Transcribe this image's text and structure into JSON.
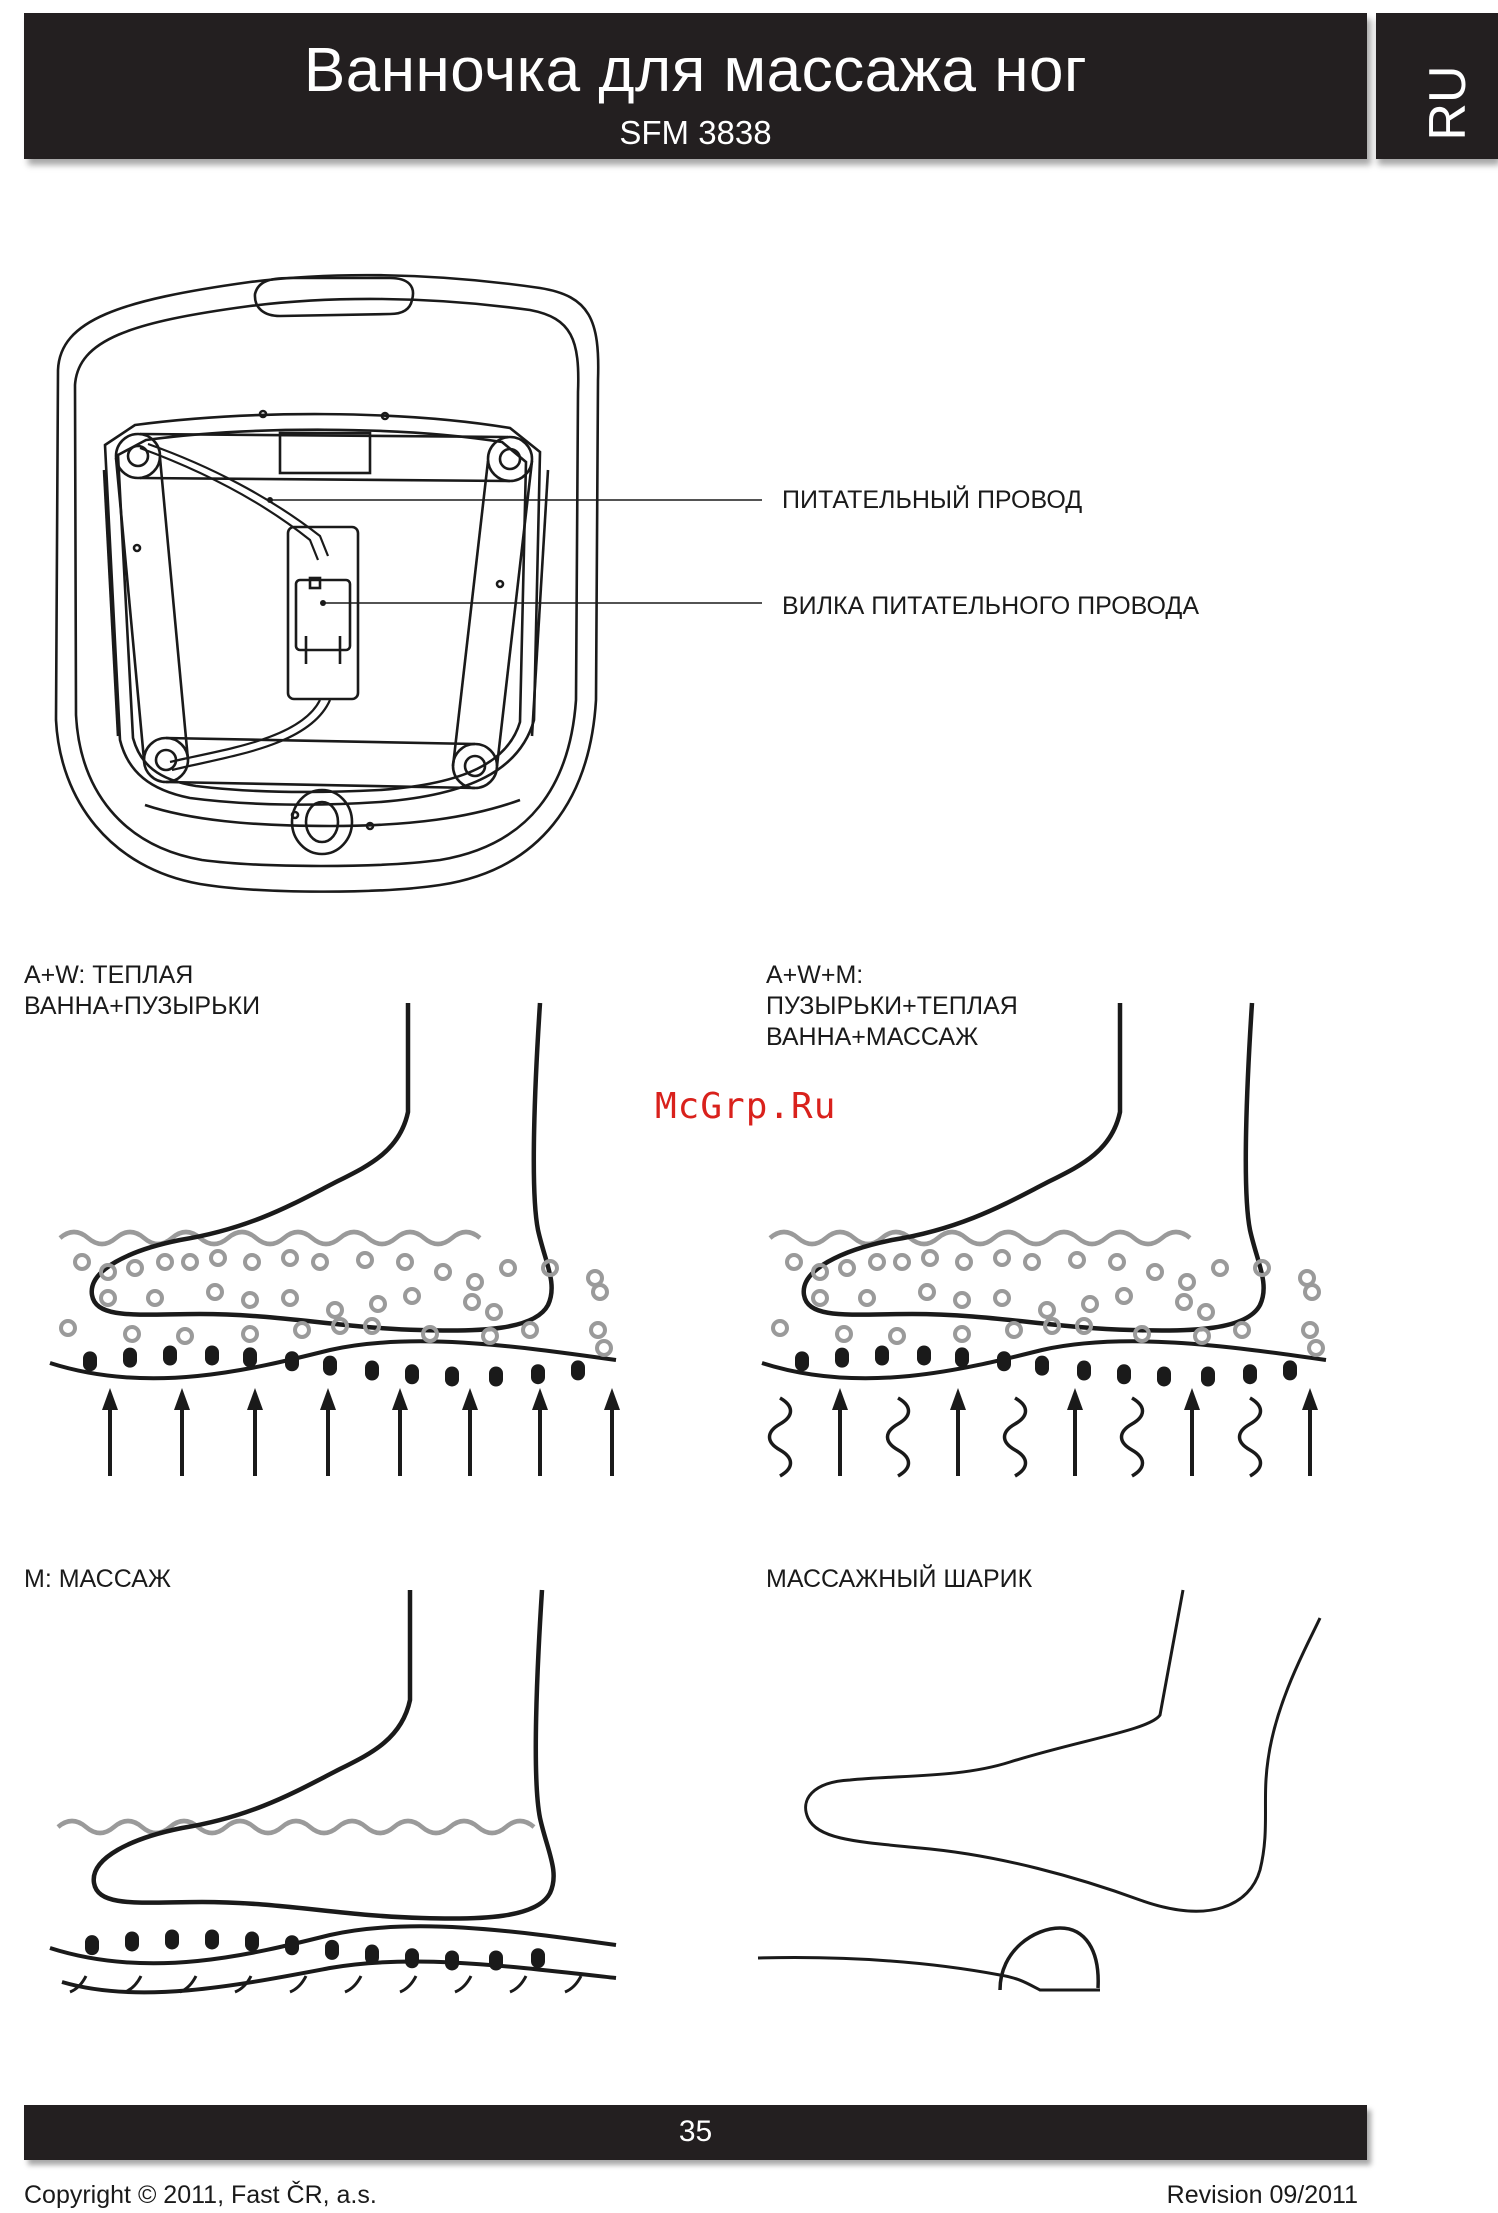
{
  "header": {
    "title": "Ванночка для массажа ног",
    "model": "SFM 3838",
    "language_tab": "RU"
  },
  "device_figure": {
    "callouts": {
      "power_cord": "ПИТАТЕЛЬНЫЙ ПРОВОД",
      "power_plug": "ВИЛКА ПИТАТЕЛЬНОГО ПРОВОДА"
    }
  },
  "modes": {
    "warm_bubbles": {
      "line1": "A+W: ТЕПЛАЯ",
      "line2": "ВАННА+ПУЗЫРЬКИ"
    },
    "bubbles_warm_massage": {
      "line1": "A+W+M:",
      "line2": "ПУЗЫРЬКИ+ТЕПЛАЯ",
      "line3": "ВАННА+МАССАЖ"
    },
    "massage": {
      "line1": "M: МАССАЖ"
    },
    "massage_ball": {
      "line1": "МАССАЖНЫЙ ШАРИК"
    }
  },
  "watermark": "McGrp.Ru",
  "footer": {
    "page_number": "35",
    "copyright": "Copyright © 2011, Fast ČR, a.s.",
    "revision": "Revision 09/2011"
  }
}
